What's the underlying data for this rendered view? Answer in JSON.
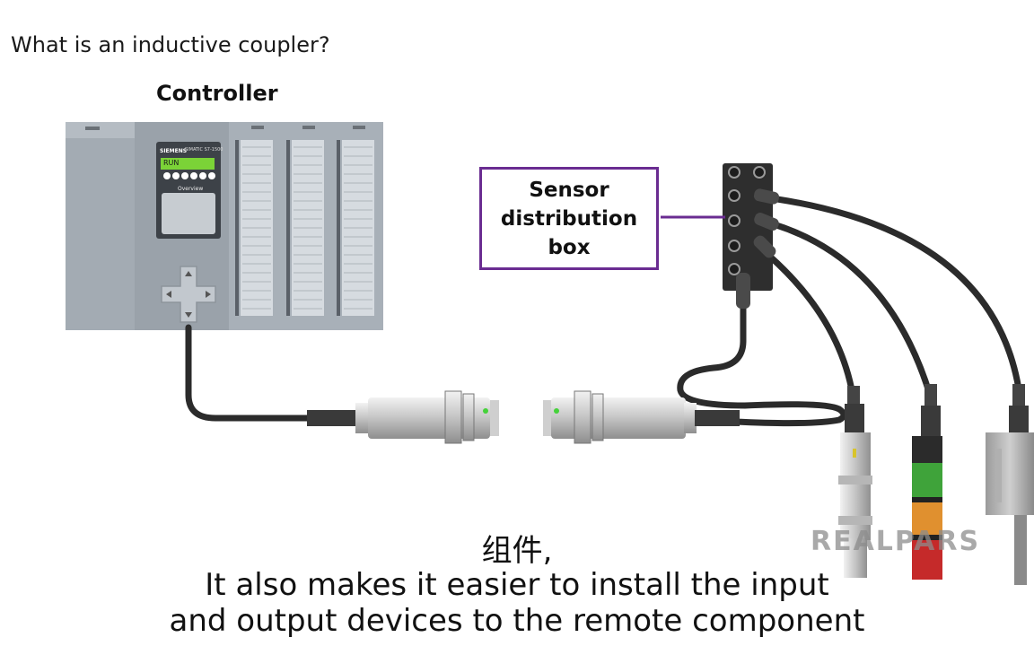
{
  "heading": "What is an inductive coupler?",
  "controller": {
    "label": "Controller",
    "brand": "SIEMENS",
    "model": "SIMATIC S7-1500",
    "status": "RUN",
    "display_title": "Overview"
  },
  "sensor_box_label": [
    "Sensor",
    "distribution",
    "box"
  ],
  "watermark": "REALPARS",
  "subtitles": {
    "chinese": "组件,",
    "line1": "It also makes it easier to install the input",
    "line2": "and output devices to the remote component"
  },
  "colors": {
    "accent": "#6a2c91",
    "cable": "#2b2b2b",
    "plc_body": "#a3abb3",
    "status_green": "#7bd337"
  }
}
